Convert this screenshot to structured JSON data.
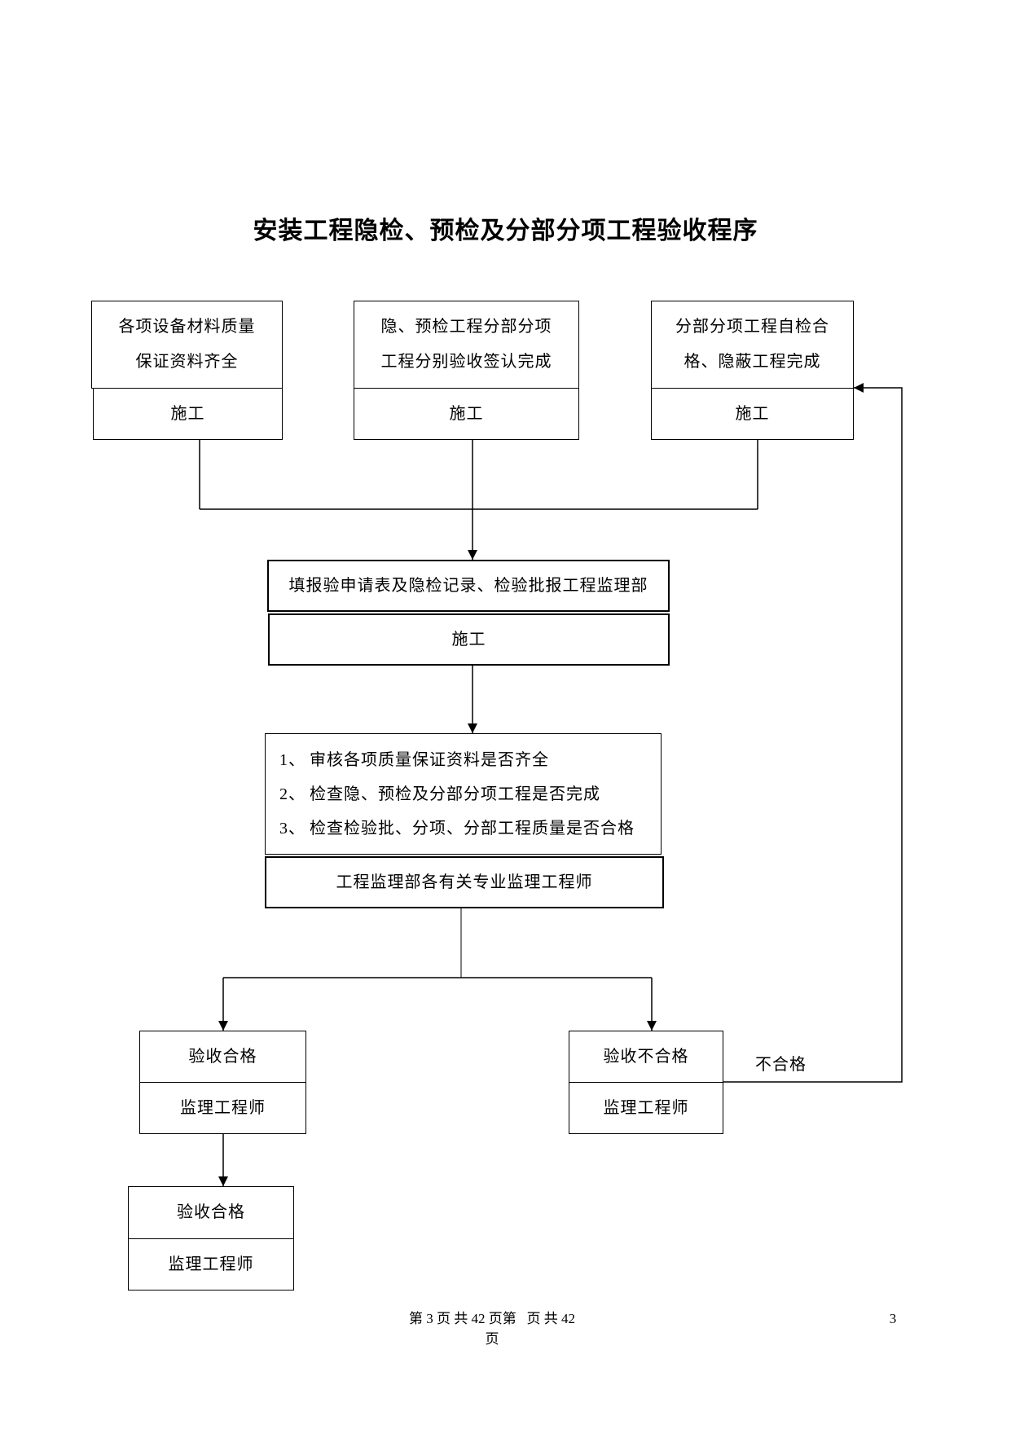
{
  "title": "安装工程隐检、预检及分部分项工程验收程序",
  "boxes": {
    "materials": {
      "lines": [
        "各项设备材料质量",
        "保证资料齐全"
      ],
      "role": "施工"
    },
    "hidden_check": {
      "lines": [
        "隐、预检工程分部分项",
        "工程分别验收签认完成"
      ],
      "role": "施工"
    },
    "self_check": {
      "lines": [
        "分部分项工程自检合",
        "格、隐蔽工程完成"
      ],
      "role": "施工"
    },
    "application": {
      "lines": [
        "填报验申请表及隐检记录、检验批报工程监理部"
      ],
      "role": "施工"
    },
    "review": {
      "items": [
        {
          "num": "1、",
          "text": "审核各项质量保证资料是否齐全"
        },
        {
          "num": "2、",
          "text": "检查隐、预检及分部分项工程是否完成"
        },
        {
          "num": "3、",
          "text": "检查检验批、分项、分部工程质量是否合格"
        }
      ],
      "role": "工程监理部各有关专业监理工程师"
    },
    "pass": {
      "lines": [
        "验收合格"
      ],
      "role": "监理工程师"
    },
    "fail": {
      "lines": [
        "验收不合格"
      ],
      "role": "监理工程师"
    },
    "final": {
      "lines": [
        "验收合格"
      ],
      "role": "监理工程师"
    }
  },
  "fail_label": "不合格",
  "footer": {
    "page_text": "第 3 页 共 42 页第   页 共 42",
    "page_text_wrap": "页",
    "page_number": "3"
  }
}
